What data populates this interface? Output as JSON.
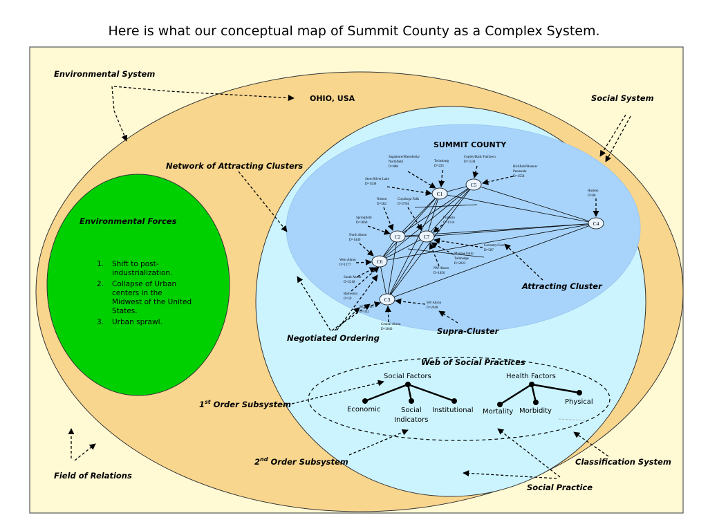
{
  "slide": {
    "title": "Here is what our conceptual map of Summit County as a Complex System."
  },
  "labels": {
    "environmental_system": "Environmental System",
    "ohio": "OHIO, USA",
    "social_system": "Social System",
    "network": "Network of Attracting Clusters",
    "summit": "SUMMIT COUNTY",
    "environmental_forces": "Environmental Forces",
    "attracting_cluster": "Attracting Cluster",
    "supra_cluster": "Supra-Cluster",
    "negotiated_ordering": "Negotiated Ordering",
    "web_of_social_practices": "Web of Social Practices",
    "first_order": "1st Order Subsystem",
    "second_order": "2nd Order Subsystem",
    "field_of_relations": "Field of Relations",
    "classification_system": "Classification System",
    "social_practice": "Social Practice"
  },
  "forces": [
    {
      "num": "1.",
      "lines": [
        "Shift to post-",
        "industrialization."
      ]
    },
    {
      "num": "2.",
      "lines": [
        "Collapse of Urban",
        "centers in the",
        "Midwest of the United",
        "States."
      ]
    },
    {
      "num": "3.",
      "lines": [
        "Urban sprawl."
      ]
    }
  ],
  "social_factors": {
    "title": "Social Factors",
    "items": [
      "Economic",
      "Social",
      "Indicators",
      "Institutional"
    ]
  },
  "health_factors": {
    "title": "Health Factors",
    "items": [
      "Mortality",
      "Morbidity",
      "Physical"
    ]
  },
  "clusters": [
    "C1",
    "C5",
    "C4",
    "C2",
    "C7",
    "C6",
    "C3"
  ],
  "places": [
    "Sagamore/Macedonia/",
    "Northfield",
    "D=888",
    "Twinsburg",
    "D=225",
    "Copley/Bath/ Fairlawn",
    "D=1538",
    "Richfield/Boston/",
    "Peninsula",
    "D=1558",
    "Stow/Silver Lake",
    "D=1538",
    "Hudson",
    "D=80",
    "Norton",
    "D=582",
    "Cuyahoga Falls",
    "D=2784",
    "Springfield",
    "D=3060",
    "Franklin",
    "D=1134",
    "North Akron",
    "D=1449",
    "Coventry/Green",
    "D=587",
    "Munroe Falls/",
    "Tallmadge",
    "D=2023",
    "West Akron",
    "D=1277",
    "NW Akron",
    "D=1856",
    "South Akron",
    "D=2218",
    "Barberton",
    "D=59",
    "SE Akron",
    "D=342",
    "SW Akron",
    "D=2048",
    "Central Akron",
    "D=2840"
  ]
}
